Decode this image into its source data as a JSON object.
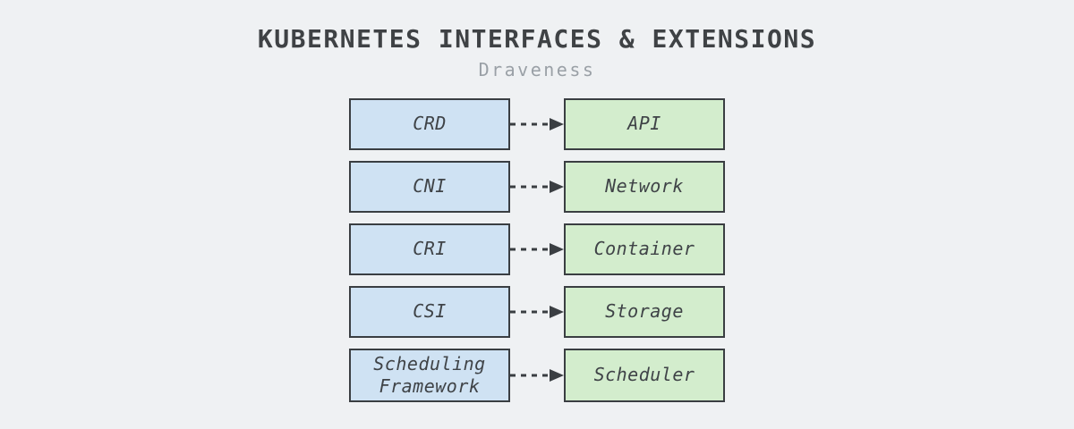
{
  "header": {
    "title": "KUBERNETES INTERFACES & EXTENSIONS",
    "subtitle": "Draveness"
  },
  "diagram": {
    "rows": [
      {
        "interface": "CRD",
        "target": "API"
      },
      {
        "interface": "CNI",
        "target": "Network"
      },
      {
        "interface": "CRI",
        "target": "Container"
      },
      {
        "interface": "CSI",
        "target": "Storage"
      },
      {
        "interface": "Scheduling Framework",
        "target": "Scheduler"
      }
    ]
  },
  "colors": {
    "background": "#eff1f3",
    "box_border": "#3a3e42",
    "interface_box_fill": "#cfe2f3",
    "target_box_fill": "#d3edcd",
    "arrow": "#3a3e42",
    "title_text": "#3f4245",
    "subtitle_text": "#9aa0a6",
    "box_text": "#3f4347"
  }
}
